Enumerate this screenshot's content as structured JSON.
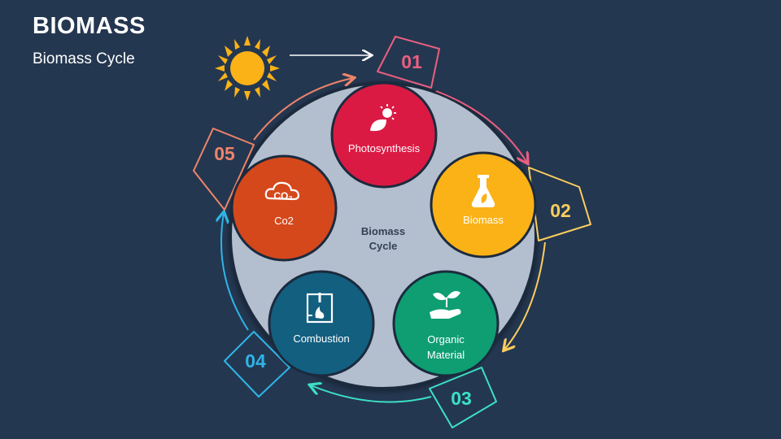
{
  "header": {
    "title": "BIOMASS",
    "subtitle": "Biomass Cycle"
  },
  "center": {
    "line1": "Biomass",
    "line2": "Cycle"
  },
  "nodes": [
    {
      "label": "Photosynthesis",
      "color": "#db1a43",
      "icon": "sun-leaf-icon"
    },
    {
      "label": "Biomass",
      "color": "#fbb217",
      "icon": "flask-leaf-icon"
    },
    {
      "label_line1": "Organic",
      "label_line2": "Material",
      "color": "#0e9e72",
      "icon": "hand-sprout-icon"
    },
    {
      "label": "Combustion",
      "color": "#125f80",
      "icon": "furnace-icon"
    },
    {
      "label": "Co2",
      "color": "#d5481b",
      "icon": "co2-cloud-icon",
      "icon_text": "CO₂"
    }
  ],
  "steps": [
    {
      "number": "01",
      "color": "#ea5f80"
    },
    {
      "number": "02",
      "color": "#fbcd5d"
    },
    {
      "number": "03",
      "color": "#3ce1c5"
    },
    {
      "number": "04",
      "color": "#2fb4e6"
    },
    {
      "number": "05",
      "color": "#ef8469"
    }
  ],
  "colors": {
    "background": "#243750",
    "center_disc": "#b3bfce",
    "sun": "#fbb217"
  }
}
